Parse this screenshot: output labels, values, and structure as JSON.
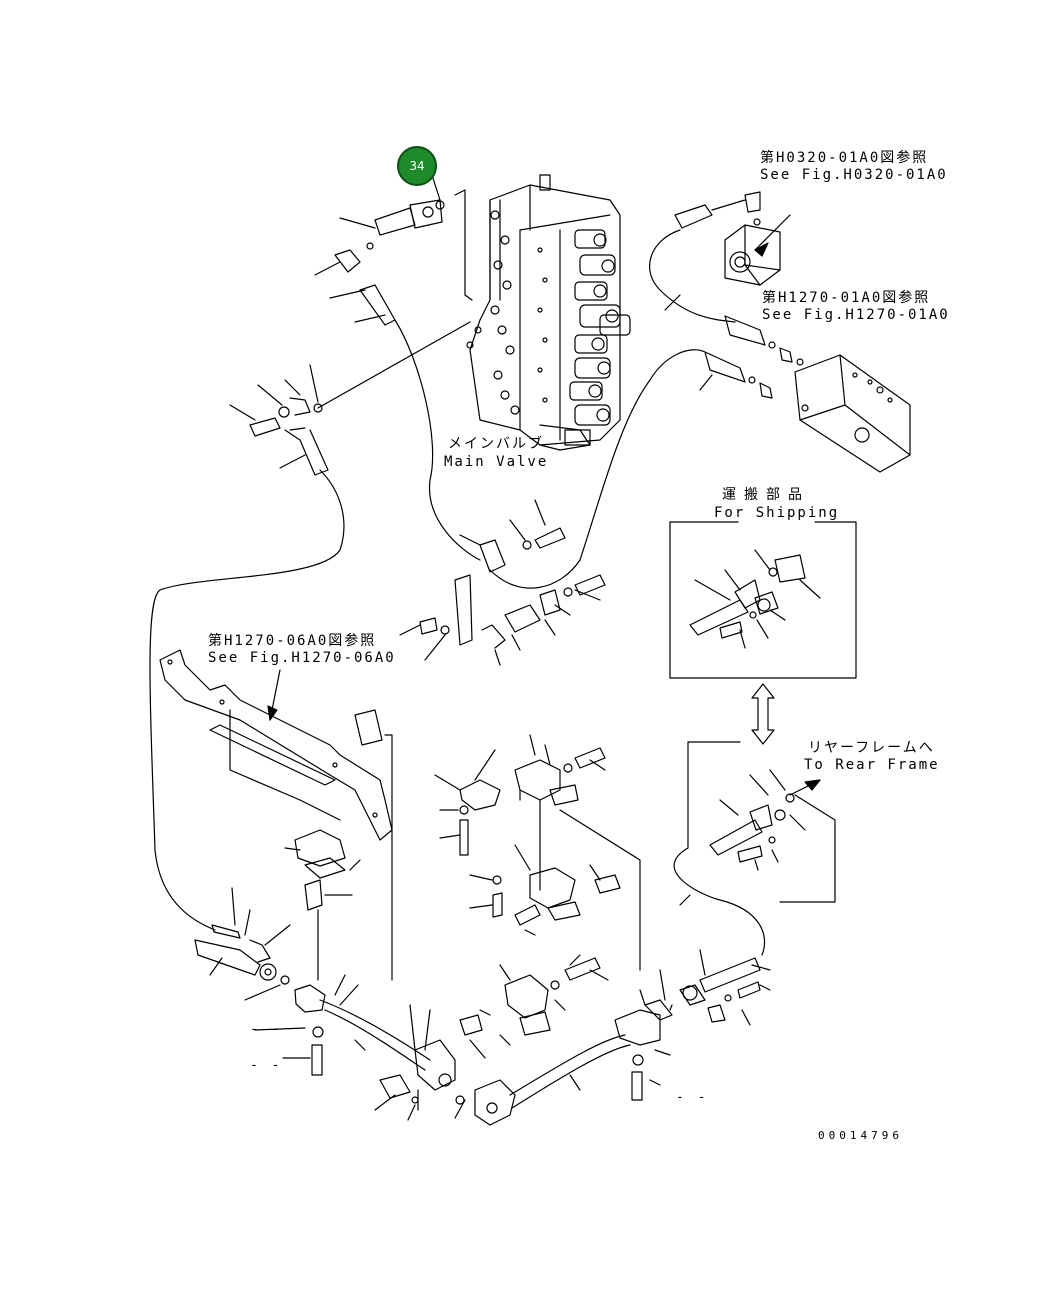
{
  "callout": {
    "number": "34"
  },
  "labels": {
    "fig_h0320_jp": "第H0320-01A0図参照",
    "fig_h0320_en": "See Fig.H0320-01A0",
    "fig_h1270_01_jp": "第H1270-01A0図参照",
    "fig_h1270_01_en": "See Fig.H1270-01A0",
    "main_valve_jp": "メインバルブ",
    "main_valve_en": "Main Valve",
    "shipping_jp": "運搬部品",
    "shipping_en": "For Shipping",
    "fig_h1270_06_jp": "第H1270-06A0図参照",
    "fig_h1270_06_en": "See Fig.H1270-06A0",
    "rear_frame_jp": "リヤーフレームへ",
    "rear_frame_en": "To Rear Frame",
    "drawing_number": "00014796"
  },
  "dashes": {
    "d1": "- -",
    "d2": "- -",
    "d3": "- -"
  }
}
